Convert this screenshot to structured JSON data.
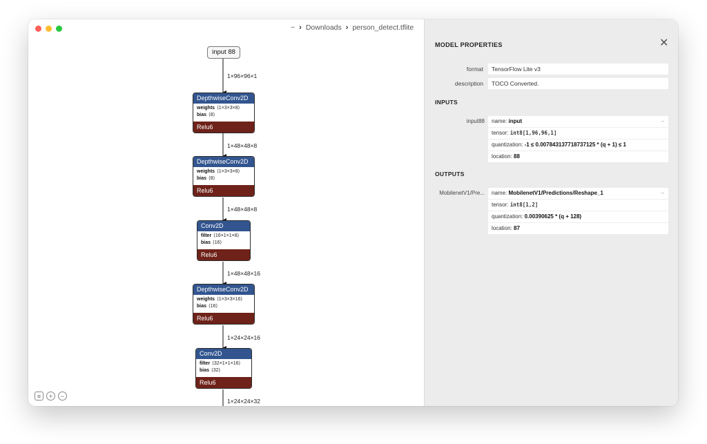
{
  "breadcrumb": {
    "home": "~",
    "folder": "Downloads",
    "file": "person_detect.tflite"
  },
  "graph": {
    "input_node": "input 88",
    "edges": [
      "1×96×96×1",
      "1×48×48×8",
      "1×48×48×8",
      "1×48×48×16",
      "1×24×24×16",
      "1×24×24×32"
    ],
    "nodes": [
      {
        "op": "DepthwiseConv2D",
        "a_key": "weights",
        "a_val": "⟨1×3×3×8⟩",
        "b_key": "bias",
        "b_val": "⟨8⟩",
        "act": "Relu6"
      },
      {
        "op": "DepthwiseConv2D",
        "a_key": "weights",
        "a_val": "⟨1×3×3×8⟩",
        "b_key": "bias",
        "b_val": "⟨8⟩",
        "act": "Relu6"
      },
      {
        "op": "Conv2D",
        "a_key": "filter",
        "a_val": "⟨16×1×1×8⟩",
        "b_key": "bias",
        "b_val": "⟨16⟩",
        "act": "Relu6"
      },
      {
        "op": "DepthwiseConv2D",
        "a_key": "weights",
        "a_val": "⟨1×3×3×16⟩",
        "b_key": "bias",
        "b_val": "⟨16⟩",
        "act": "Relu6"
      },
      {
        "op": "Conv2D",
        "a_key": "filter",
        "a_val": "⟨32×1×1×16⟩",
        "b_key": "bias",
        "b_val": "⟨32⟩",
        "act": "Relu6"
      }
    ],
    "colors": {
      "op_header": "#32558f",
      "activation": "#6e2219"
    }
  },
  "zoom": {
    "list_icon": "list-icon",
    "zoom_in": "+",
    "zoom_out": "−"
  },
  "panel": {
    "title": "MODEL PROPERTIES",
    "close": "✕",
    "format_label": "format",
    "format_value": "TensorFlow Lite v3",
    "description_label": "description",
    "description_value": "TOCO Converted.",
    "inputs_title": "INPUTS",
    "outputs_title": "OUTPUTS",
    "input": {
      "label": "input88",
      "name_key": "name: ",
      "name_val": "input",
      "tensor_key": "tensor: ",
      "tensor_val": "int8[1,96,96,1]",
      "quant_key": "quantization: ",
      "quant_val": "-1 ≤ 0.007843137718737125 * (q + 1) ≤ 1",
      "loc_key": "location: ",
      "loc_val": "88",
      "dash": "–"
    },
    "output": {
      "label": "MobilenetV1/Pre...",
      "name_key": "name: ",
      "name_val": "MobilenetV1/Predictions/Reshape_1",
      "tensor_key": "tensor: ",
      "tensor_val": "int8[1,2]",
      "quant_key": "quantization: ",
      "quant_val": "0.00390625 * (q + 128)",
      "loc_key": "location: ",
      "loc_val": "87",
      "dash": "–"
    }
  }
}
